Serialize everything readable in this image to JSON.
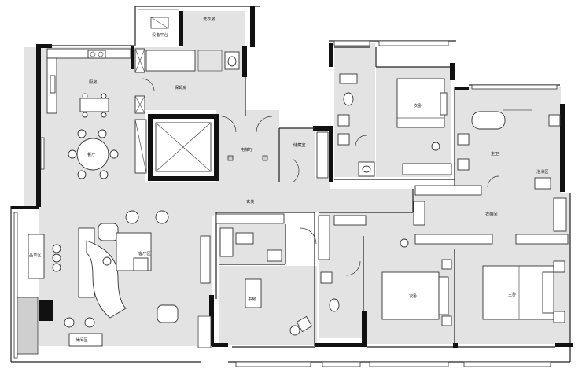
{
  "labels": {
    "equipment_platform": "设备平台",
    "laundry": "洗衣房",
    "kitchen": "厨房",
    "nanny_room": "保姆房",
    "dining": "餐厅",
    "elevator_hall": "电梯厅",
    "shoe_room": "储藏室",
    "entry": "玄关",
    "living": "客厅区",
    "tea_area": "品茶区",
    "leisure": "休闲区",
    "study": "书房",
    "bedroom_2a": "次卧",
    "bedroom_2b": "次卧",
    "master_bath": "主卫",
    "bath_room": "泡澡区",
    "walk_in_closet": "衣帽间",
    "master_bedroom": "主卧"
  },
  "colors": {
    "floor": "#e3e3e3",
    "wall": "#111111",
    "furniture": "#ffffff"
  }
}
